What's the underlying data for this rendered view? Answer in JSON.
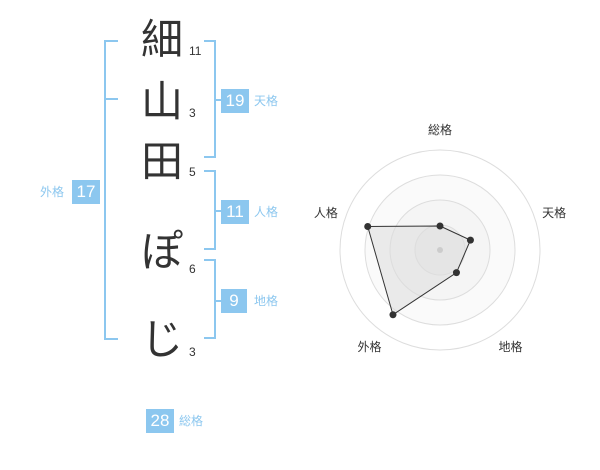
{
  "name": {
    "chars": [
      {
        "char": "細",
        "strokes": "11"
      },
      {
        "char": "山",
        "strokes": "3"
      },
      {
        "char": "田",
        "strokes": "5"
      },
      {
        "char": "ぽ",
        "strokes": "6"
      },
      {
        "char": "じ",
        "strokes": "3"
      }
    ]
  },
  "fortunes": {
    "tenkaku": {
      "value": "19",
      "label": "天格"
    },
    "jinkaku": {
      "value": "11",
      "label": "人格"
    },
    "chikaku": {
      "value": "9",
      "label": "地格"
    },
    "gaikaku": {
      "value": "17",
      "label": "外格"
    },
    "soukaku": {
      "value": "28",
      "label": "総格"
    }
  },
  "colors": {
    "accent": "#8cc7ef",
    "text": "#333333",
    "radar_fill": "#eeeeee",
    "radar_grid": "#dddddd"
  },
  "chart_data": {
    "type": "radar",
    "axes": [
      "総格",
      "天格",
      "地格",
      "外格",
      "人格"
    ],
    "values": [
      1.2,
      1.6,
      1.4,
      4.0,
      3.8
    ],
    "rmax": 5,
    "rings": 4
  }
}
